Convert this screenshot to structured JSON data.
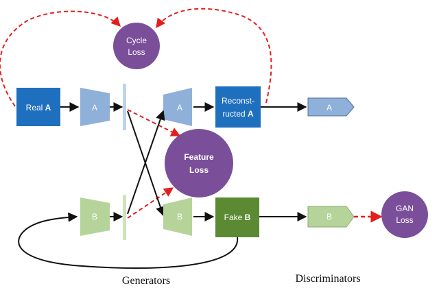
{
  "colors": {
    "dark_blue": "#1f6fbf",
    "light_blue": "#8fb0d9",
    "light_green": "#b6d49a",
    "dark_green": "#5c8a33",
    "purple": "#7b4e9a",
    "red_dashed": "#e41e1e",
    "black": "#111111"
  },
  "nodes": {
    "real_a": {
      "prefix": "Real ",
      "bold": "A"
    },
    "gen_a_enc": "A",
    "gen_a_dec": "A",
    "reconstructed_a": {
      "line1": "Reconst-",
      "line2_prefix": "ructed ",
      "line2_bold": "A"
    },
    "disc_a": "A",
    "gen_b_enc": "B",
    "gen_b_dec": "B",
    "fake_b": {
      "prefix": "Fake ",
      "bold": "B"
    },
    "disc_b": "B"
  },
  "losses": {
    "cycle": {
      "line1": "Cycle",
      "line2": "Loss"
    },
    "feature": {
      "line1": "Feature",
      "line2": "Loss"
    },
    "gan": {
      "line1": "GAN",
      "line2": "Loss"
    }
  },
  "captions": {
    "generators": "Generators",
    "discriminators": "Discriminators"
  }
}
